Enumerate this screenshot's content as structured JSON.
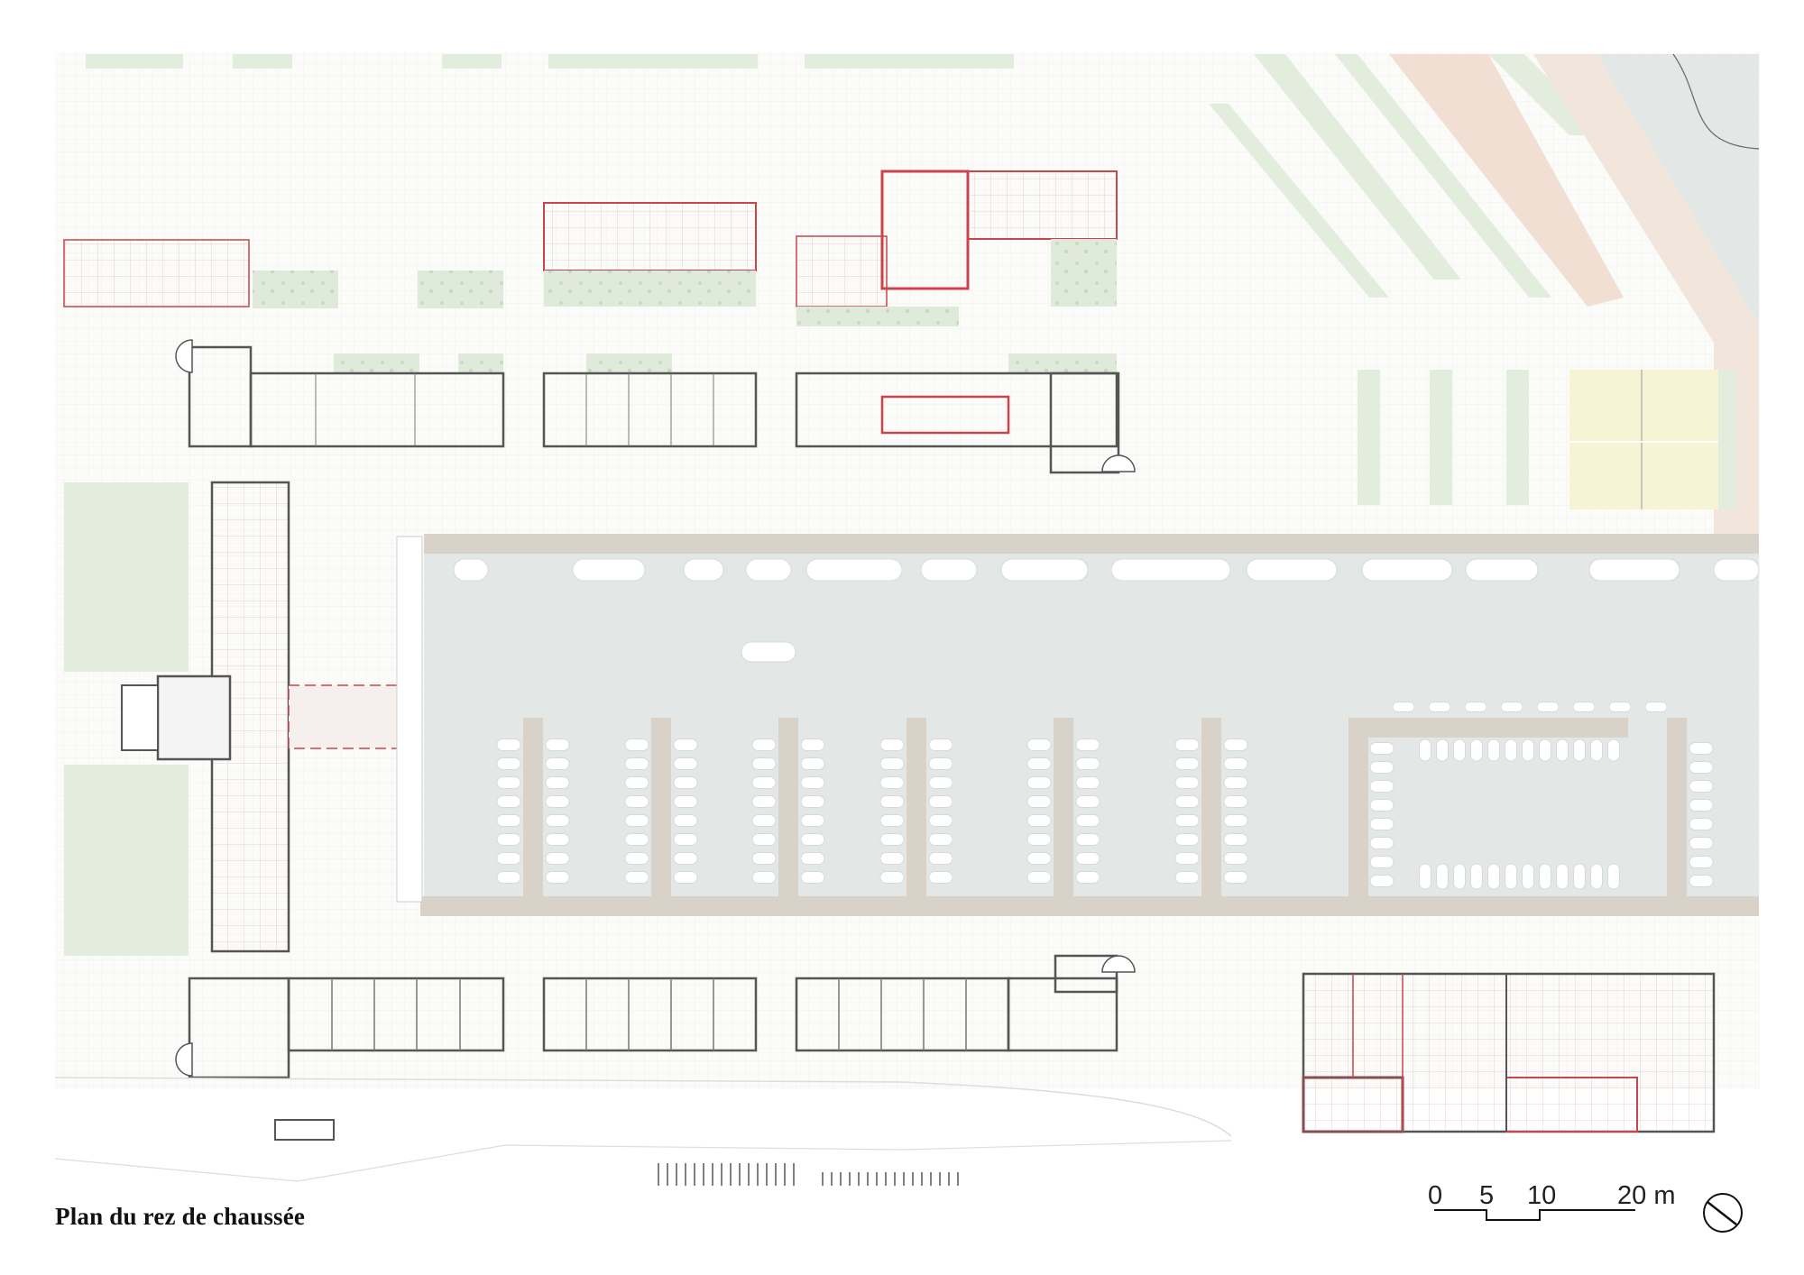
{
  "title": "Plan du rez de chaussée",
  "scale_bar": {
    "labels": [
      "0",
      "5",
      "10",
      "20 m"
    ]
  },
  "north_arrow": {
    "icon": "north-arrow-icon"
  },
  "colors": {
    "water": "#e3e8e6",
    "quay": "#d9d2c8",
    "lawn": "#e2eddd",
    "sand": "#f7f3d5",
    "promenade": "#f1dfd4",
    "wall": "#555555",
    "new_wall": "#c9454b",
    "boat": "#ffffff"
  }
}
